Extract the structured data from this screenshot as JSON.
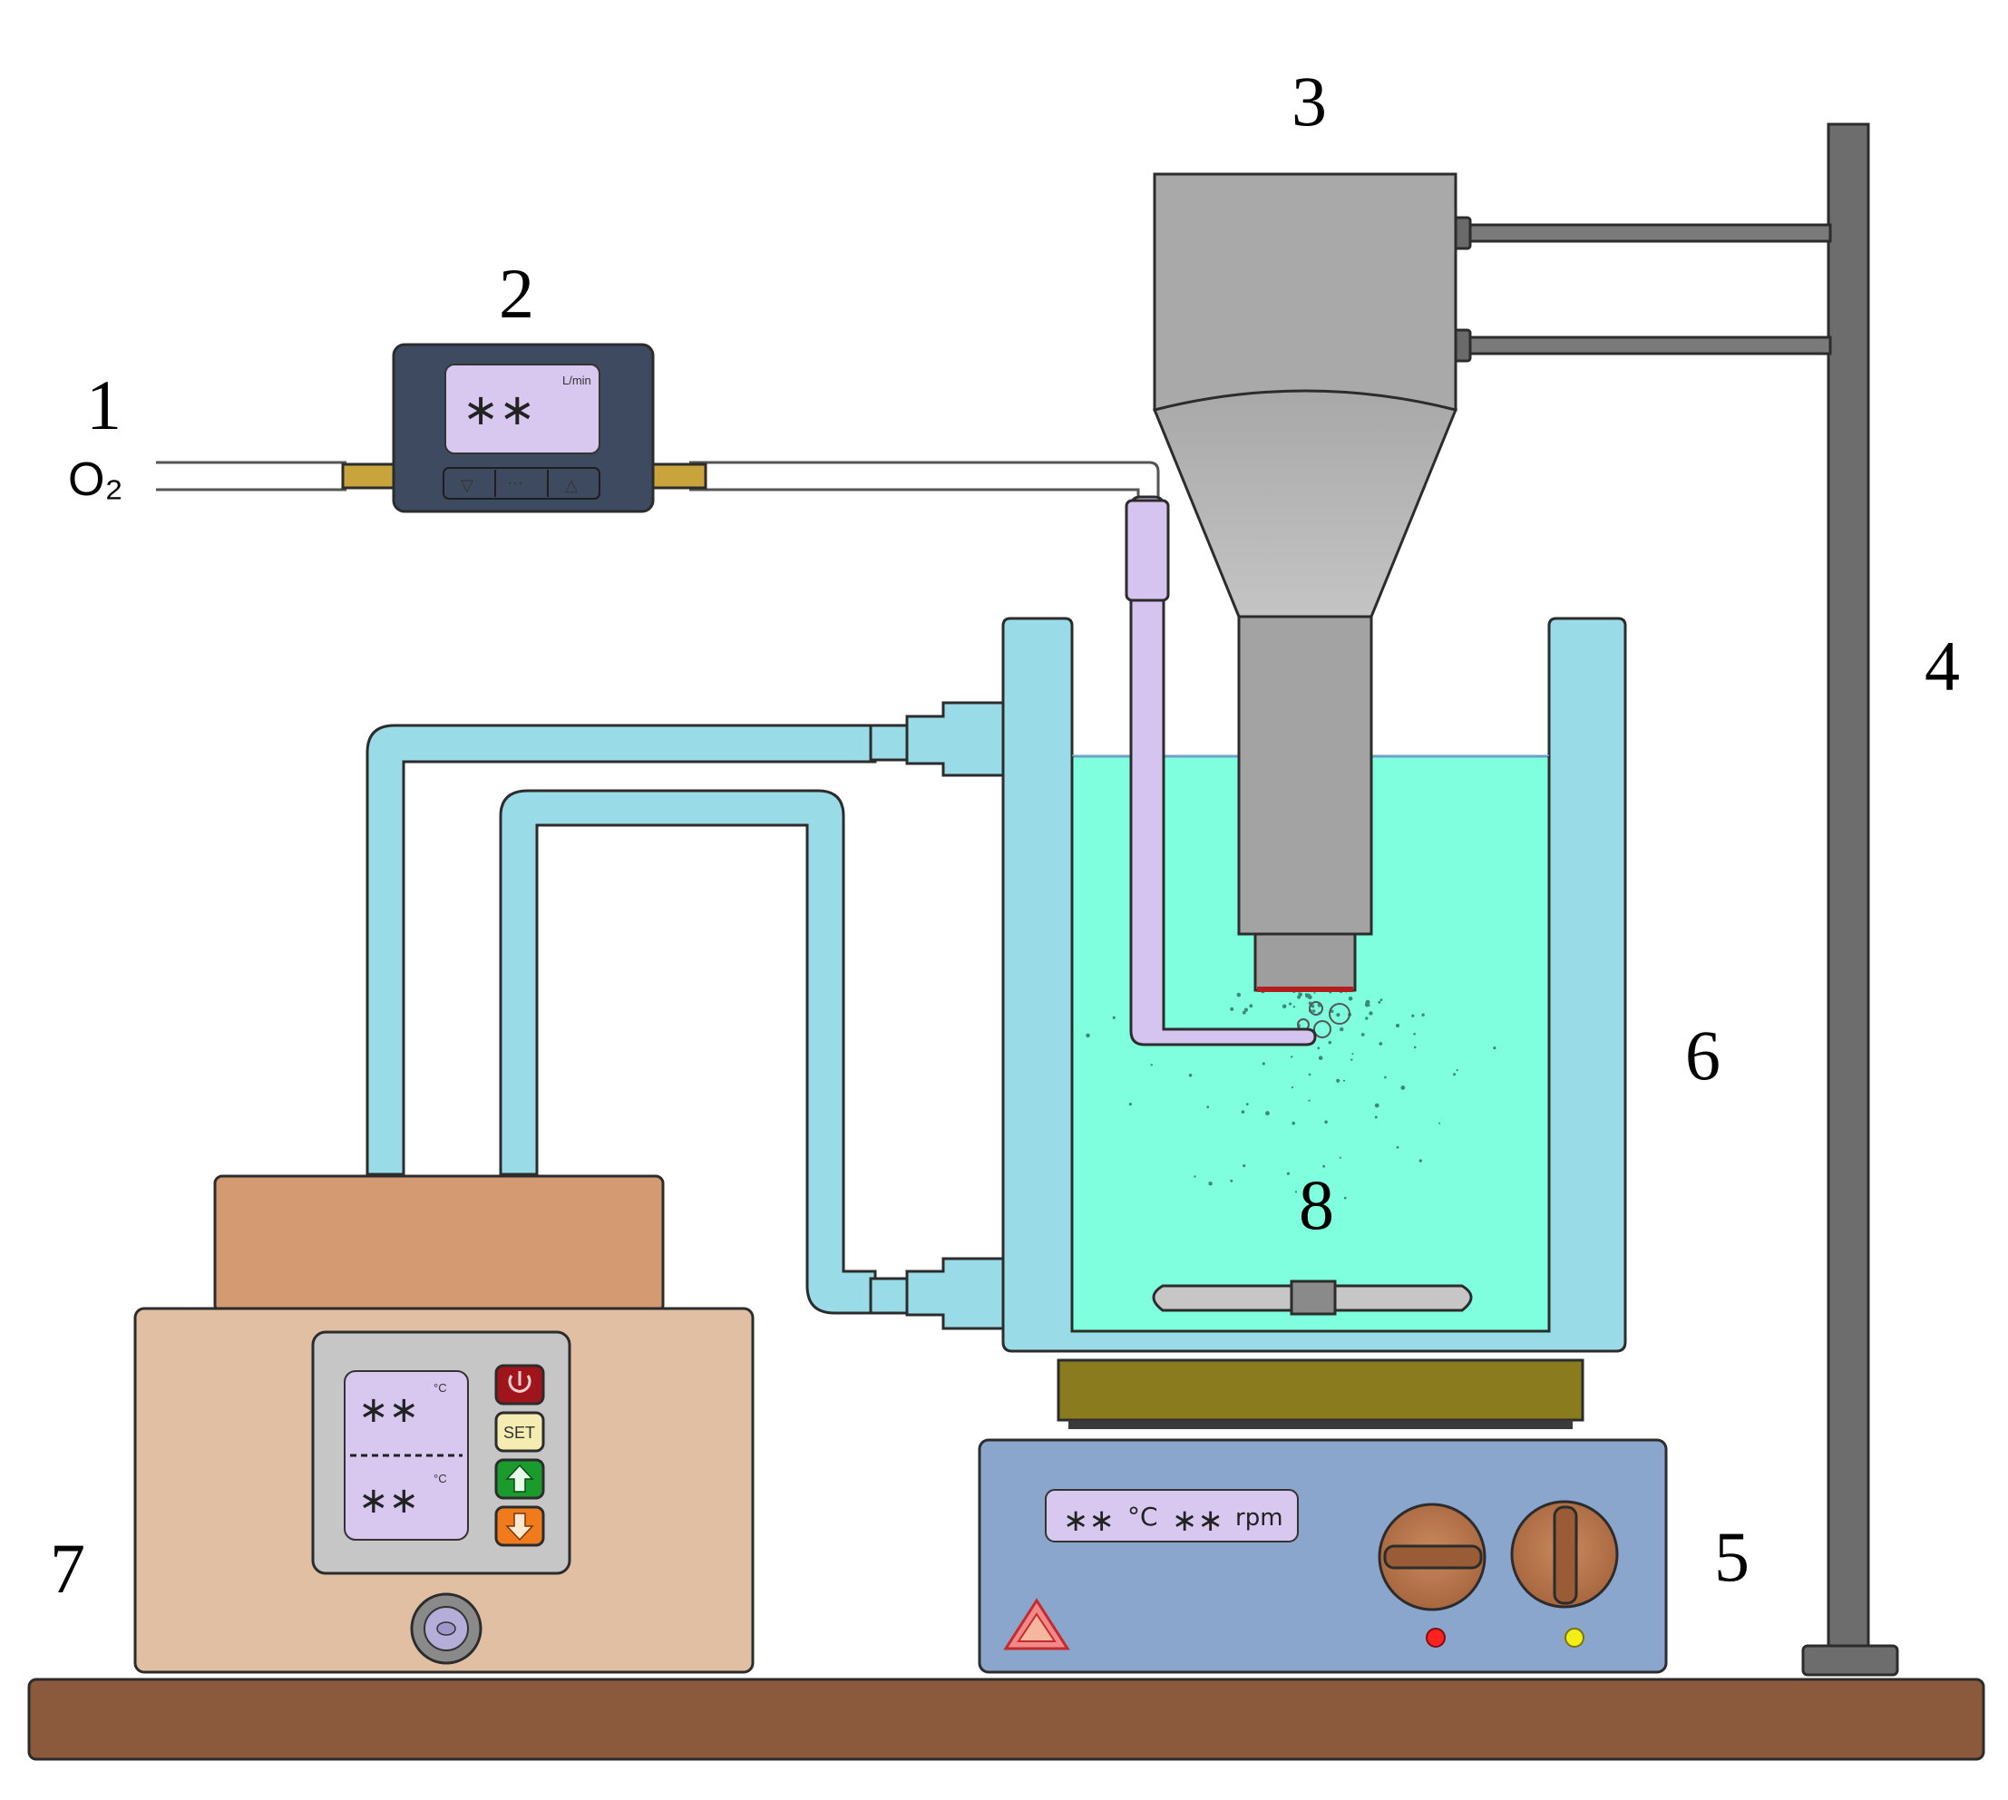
{
  "labels": {
    "l1": "1",
    "l2": "2",
    "l3": "3",
    "l4": "4",
    "l5": "5",
    "l6": "6",
    "l7": "7",
    "l8": "8",
    "o2": "O₂"
  },
  "flowmeter": {
    "display": "∗∗",
    "unit": "L/min",
    "buttons": [
      "▽",
      "···",
      "△"
    ]
  },
  "hotplate": {
    "display_temp": "∗∗",
    "temp_unit": "°C",
    "display_speed": "∗∗",
    "speed_unit": "rpm"
  },
  "thermostat": {
    "display_top": "∗∗",
    "display_bottom": "∗∗",
    "unit_top": "°C",
    "unit_bottom": "°C",
    "set_label": "SET"
  },
  "colors": {
    "bench": "#8b5a3c",
    "water": "#7fffde",
    "jacket": "#9adbe8",
    "stand": "#6d6d6d",
    "horn": "#a9a9a9",
    "hotplate": "#8ba6cc",
    "bath_body": "#e0bfa2",
    "bath_top": "#d49a72",
    "lcd": "#d8c8f0",
    "oxygen_tube": "#d5c4ef",
    "flowmeter": "#3e4a5f"
  },
  "icons": {
    "power": "power-icon",
    "up": "up-arrow-icon",
    "down": "down-arrow-icon",
    "warning": "warning-triangle-icon"
  }
}
